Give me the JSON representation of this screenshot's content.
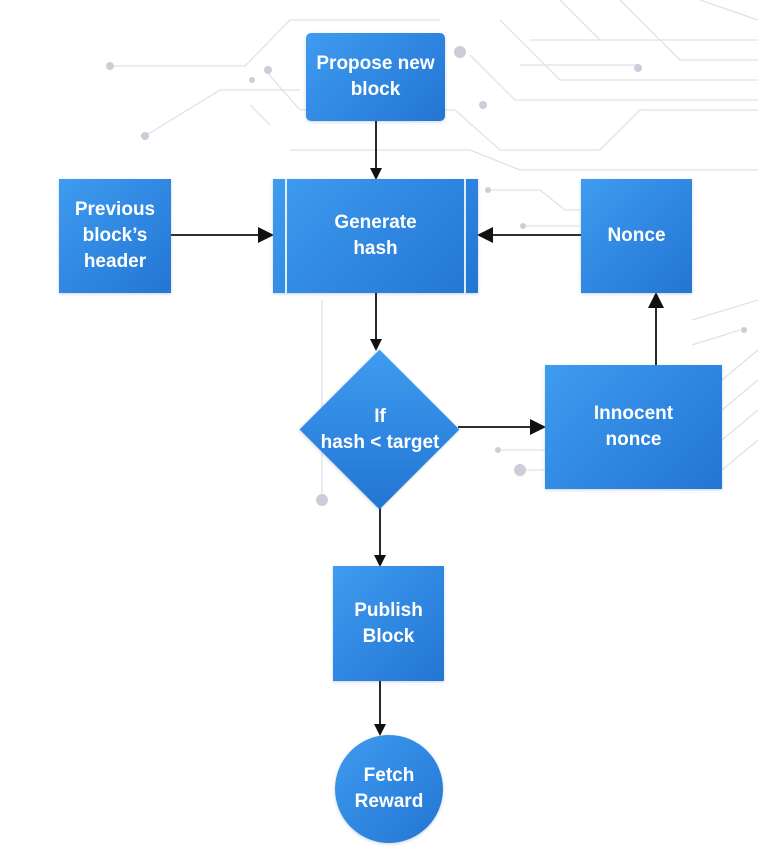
{
  "diagram": {
    "nodes": {
      "propose": "Propose new\nblock",
      "previous_header": "Previous\nblock’s\nheader",
      "generate_hash": "Generate\nhash",
      "nonce": "Nonce",
      "condition": "If\nhash < target",
      "innocent_nonce": "Innocent\nnonce",
      "publish": "Publish\nBlock",
      "fetch_reward": "Fetch\nReward"
    },
    "edges": [
      {
        "from": "propose",
        "to": "generate_hash"
      },
      {
        "from": "previous_header",
        "to": "generate_hash"
      },
      {
        "from": "nonce",
        "to": "generate_hash"
      },
      {
        "from": "generate_hash",
        "to": "condition"
      },
      {
        "from": "condition",
        "to": "innocent_nonce"
      },
      {
        "from": "innocent_nonce",
        "to": "nonce"
      },
      {
        "from": "condition",
        "to": "publish"
      },
      {
        "from": "publish",
        "to": "fetch_reward"
      }
    ]
  },
  "colors": {
    "node_fill": "#2f86e0",
    "node_text": "#ffffff",
    "arrow": "#111111",
    "circuit_line": "#dde0e6",
    "circuit_dot": "#c9c9d6"
  }
}
